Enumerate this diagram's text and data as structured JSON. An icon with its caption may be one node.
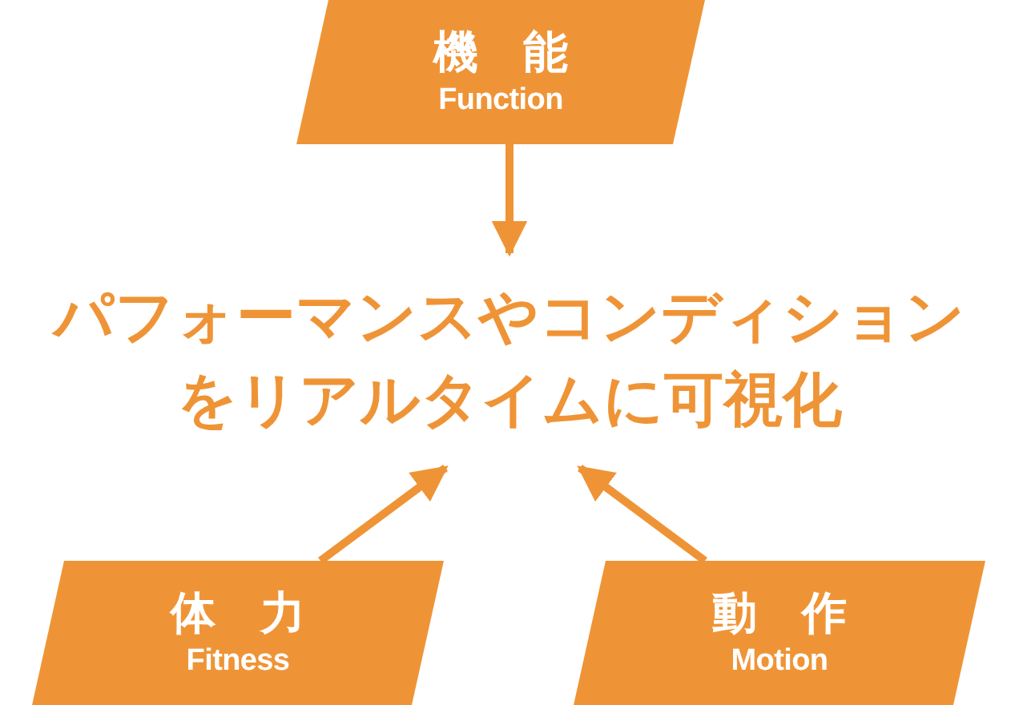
{
  "diagram": {
    "nodes": [
      {
        "text": [
          "機　能",
          "Function"
        ]
      },
      {
        "text": [
          "パフォーマンスやコンディションをリアルタイムに可視化"
        ]
      },
      {
        "text": [
          "体　力",
          "Fitness"
        ]
      },
      {
        "text": [
          "動　作",
          "Motion"
        ]
      }
    ],
    "edges": [
      {
        "from": 0,
        "to": 1,
        "arrow": "to"
      },
      {
        "from": 2,
        "to": 1,
        "arrow": "to"
      },
      {
        "from": 3,
        "to": 1,
        "arrow": "to"
      }
    ]
  }
}
